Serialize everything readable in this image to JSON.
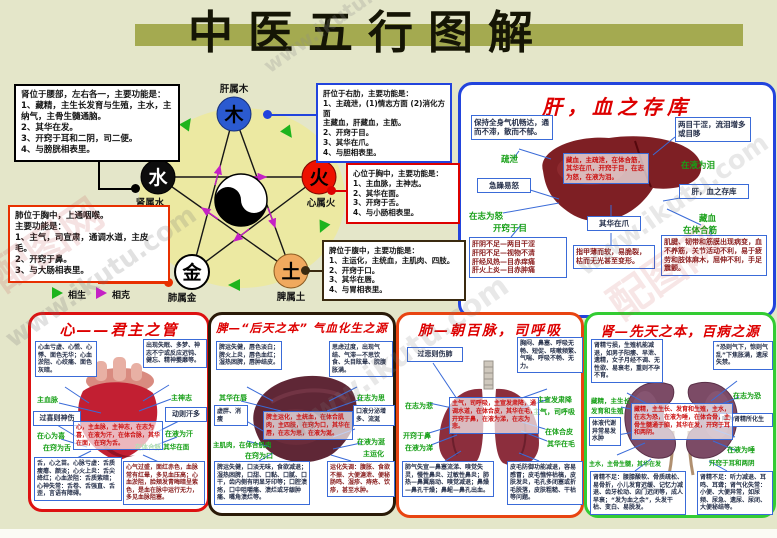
{
  "title": "中医五行图解",
  "watermark": {
    "url": "www.ikutu.com",
    "logo": "配图网"
  },
  "legend": {
    "sheng": "相生",
    "ke": "相克"
  },
  "elements": {
    "wood": {
      "char": "木",
      "label": "肝属木"
    },
    "fire": {
      "char": "火",
      "label": "心属火"
    },
    "earth": {
      "char": "土",
      "label": "脾属土"
    },
    "metal": {
      "char": "金",
      "label": "肺属金"
    },
    "water": {
      "char": "水",
      "label": "肾属水"
    }
  },
  "summaries": {
    "kidney": "肾位于腰部，左右各一，主要功能是：\n1、藏精，主生长发育与生殖，主水，主纳气，主骨生髓通脑。\n2、其华在发。\n3、开窍于耳和二阴，司二便。\n4、与膀胱相表里。",
    "liver": "肝位于右肋，主要功能是：\n1、主疏泄，(1)情志方面 (2)消化方面\n主藏血，肝藏血，主筋。\n2、开窍于目。\n3、其华在爪。\n4、与胆相表里。",
    "heart": "心位于胸中，主要功能是：\n1、主血脉，主神志。\n2、其华在面。\n3、开窍于舌。\n4、与小肠相表里。",
    "spleen": "脾位于腹中，主要功能是：\n1、主运化，主统血，主肌肉、四肢。\n2、开窍于口。\n3、其华在唇。\n4、与胃相表里。",
    "lung": "肺位于胸中，上通咽喉。\n主要功能是：\n1、主气，司宣肃，通调水道，主皮毛。\n2、开窍于鼻。\n3、与大肠相表里。"
  },
  "liver_panel": {
    "title": "肝，血之存库",
    "shuxie_box": "保持全身气机畅达，通而不滞，散而不郁。",
    "shuxie_label": "疏泄",
    "tears_box": "两目干涩，流泪增多或目眵",
    "tears_label": "在液为泪",
    "anger_box": "急躁易怒",
    "anger_label": "在志为怒",
    "eye_label": "开窍于目",
    "store_box": "肝，血之存库",
    "store_label": "藏血",
    "tendon_label": "在体合筋",
    "claw_box": "其华在爪",
    "center": "藏血，主疏泄，在体合筋，其华在爪，开窍于目，在志为怒，在液为泪。",
    "eye_detail": "肝阴不足—两目干涩\n肝阳不足—视物不清\n肝经风热—目赤痒痛\n肝火上炎—目赤肿痛",
    "claw_detail": "指甲薄而软，易脆裂，枯而无光甚至变形。",
    "tendon_detail": "肌腱、韧带和筋膜出现病变，血不养筋，关节活动不利，易于疲劳和肢体麻木，屈伸不利，手足震颤。"
  },
  "heart_panel": {
    "title": "心——君主之管",
    "blood_box": "心血亏虚、心慌、心悸、面色无华；心血淤阻、心绞痛、面色灰暗。",
    "blood_label": "主血脉",
    "mind_box": "出现失眠、多梦、神志不宁或反应迟钝、健忘、精神萎靡等。",
    "mind_label": "主神志",
    "joy_box": "过喜则神伤",
    "joy_label": "在心为喜",
    "tongue_label": "在窍为舌",
    "sweat_box": "动则汗多",
    "sweat_label": "在液为汗",
    "vessel_label": "在体合脉 其华在面",
    "center": "心，主血脉，主神志，在志为喜，在液为汗，在体合脉，其华在面，在窍为舌。",
    "tongue_detail": "舌，心之苗。心脉亏虚：舌质瘦瘪、颜淡；心火上炎：舌尖绛红；心血淤阻：舌质紫暗；心神失常：舌卷、舌强直、舌歪，言语有障碍。",
    "face_detail": "心气过盛，面红赤色，血脉常有红晕，多见血压高；心血淤阻，脸颊发青晦暗呈紫色，是血在脉中运行无力，多见血脉阻塞。"
  },
  "spleen_panel": {
    "title": "脾—“后天之本” 气血化生之源",
    "lip_box": "脾运失健，唇色淡白；脾火上炎，唇色血红；湿热困脾，唇肿结皮。",
    "lip_label": "其华在唇",
    "thought_box": "思虑过度，出现气结、气滞—不思饮食、头目眩晕、脘腹胀满。",
    "thought_label": "在志为思",
    "fat_box": "虚胖、消瘦",
    "muscle_label": "主肌肉，在体合肌肉",
    "mouth_label": "在窍为口",
    "saliva_box": "口液分泌增多、流涎",
    "saliva_label": "在液为涎",
    "transport_label": "主运化",
    "center": "脾主运化，主统血，在体合肌肉，主四肢，在窍为口，其华在唇，在志为思，在液为涎。",
    "mouth_detail": "脾运失健，口淡无味，食欲减退；湿热困脾，口甜、口黏、口腻、口干，齿内侧有明显牙印等；口腔溃疡，口中咀嚼痛、溃烂或牙龈肿痛、嘴角溃烂等。",
    "transport_detail": "运化失调：腹胀、食欲不振、大便溏泄、便秘肠鸣、湿疹、痔疮、饮疹，甚至水肿。"
  },
  "lung_panel": {
    "title": "肺—朝百脉，司呼吸",
    "sad_box": "过悲则伤肺",
    "sad_label": "在志为悲",
    "chest_box": "胸闷、鼻塞、呼吸无畅、短促、咳嗽频繁、气喘、呼吸不畅、无力。",
    "xuanfa_label": "主宣发肃降",
    "qi_label": "主气，司呼吸",
    "nose_label": "开窍于鼻",
    "ti_label": "在液为涕",
    "skin_label": "在体合皮",
    "hair_label": "其华在毛",
    "center": "主气，司呼吸，主宣发肃降，通调水道，在体合皮，其华在毛，开窍于鼻，在液为涕，在志为悲。",
    "nose_detail": "肺气失宣—鼻塞流涕、嗅觉失灵，慢性鼻炎、过敏性鼻炎；肺热—鼻翼扇动、嗅觉减退；鼻燥—鼻孔干燥；鼻衄—鼻孔出血。",
    "skin_detail": "皮毛防御功能减退，容易感冒；皮毛憔悴枯槁，皮肤发炎，毛孔多闭塞或折毛脱落，皮肤粗糙、干枯等问题。"
  },
  "kidney_panel": {
    "title": "肾—先天之本，百病之源",
    "jing_box": "肾精亏损，生殖机能减退，如男子阳痿、早泄、遗精，女子月经不调、无性欲、易衰老，重则不孕不育。",
    "jing_label": "藏精，主生长\n发育和生殖",
    "fear_box": "“恐则气下，惊则气乱”下焦胀满，遗尿失禁。",
    "fear_label": "在志为恐",
    "water_box": "体液代谢异常易发水肿",
    "water_label": "主水，主骨生髓，其华在发",
    "saliva_box": "唾为肾精所化生",
    "saliva_label": "在液为唾",
    "ear_label": "开窍于耳和两阴",
    "center": "藏精，主生长、发育和生殖，主水，在志为恐，在液为唾，在体合骨，主骨生髓通于脑，其华在发，开窍于耳和两阴。",
    "bone_detail": "肾精不足：腰膝酸软、骨质疏松、易骨折，小儿发育迟缓、记忆力减退、齿牙松动、囟门迟闭等，成人早衰；“发为血之余”，头发干枯、变白、易脱发。",
    "ear_detail": "肾精不足：听力减退、耳鸣、耳聋；肾气化失常：小便、大便异常，如尿频、尿急、遗尿、尿闭、大便秘结等。"
  }
}
